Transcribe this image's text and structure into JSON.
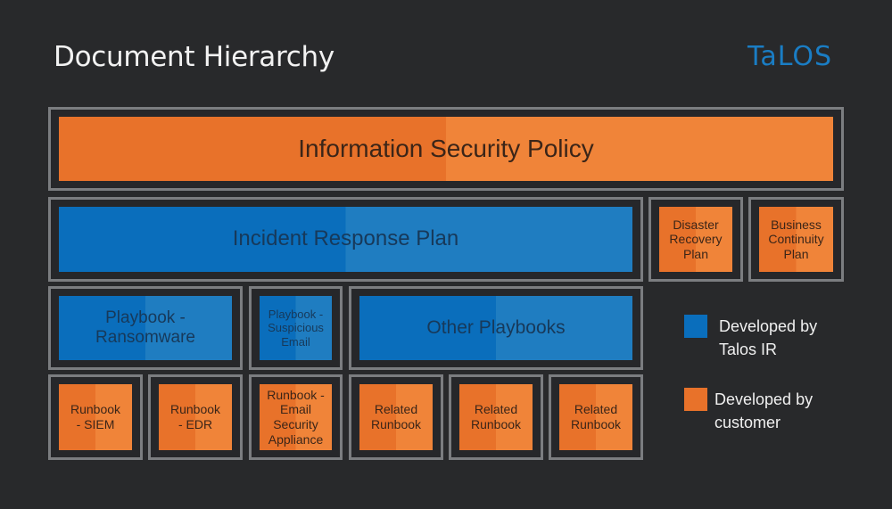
{
  "title": "Document Hierarchy",
  "logo": "TaLOS",
  "colors": {
    "background": "#28292b",
    "frame": "#7b7d80",
    "talos_blue": "#0a6ebc",
    "customer_orange": "#e8722a",
    "logo_blue": "#1a7dc4"
  },
  "nodes": {
    "isp": {
      "label": "Information Security Policy",
      "owner": "customer"
    },
    "irp": {
      "label": "Incident Response Plan",
      "owner": "talos"
    },
    "drp": {
      "label": "Disaster Recovery Plan",
      "owner": "customer"
    },
    "bcp": {
      "label": "Business Continuity Plan",
      "owner": "customer"
    },
    "pb_ransomware": {
      "label": "Playbook - Ransomware",
      "owner": "talos"
    },
    "pb_email": {
      "label": "Playbook - Suspicious Email",
      "owner": "talos"
    },
    "pb_other": {
      "label": "Other Playbooks",
      "owner": "talos"
    },
    "rb_siem": {
      "label": "Runbook - SIEM",
      "owner": "customer"
    },
    "rb_edr": {
      "label": "Runbook - EDR",
      "owner": "customer"
    },
    "rb_email": {
      "label": "Runbook - Email Security Appliance",
      "owner": "customer"
    },
    "rb_related1": {
      "label": "Related Runbook",
      "owner": "customer"
    },
    "rb_related2": {
      "label": "Related Runbook",
      "owner": "customer"
    },
    "rb_related3": {
      "label": "Related Runbook",
      "owner": "customer"
    }
  },
  "legend": [
    {
      "label": "Developed by Talos IR",
      "color": "#0a6ebc"
    },
    {
      "label": "Developed by customer",
      "color": "#e8722a"
    }
  ]
}
